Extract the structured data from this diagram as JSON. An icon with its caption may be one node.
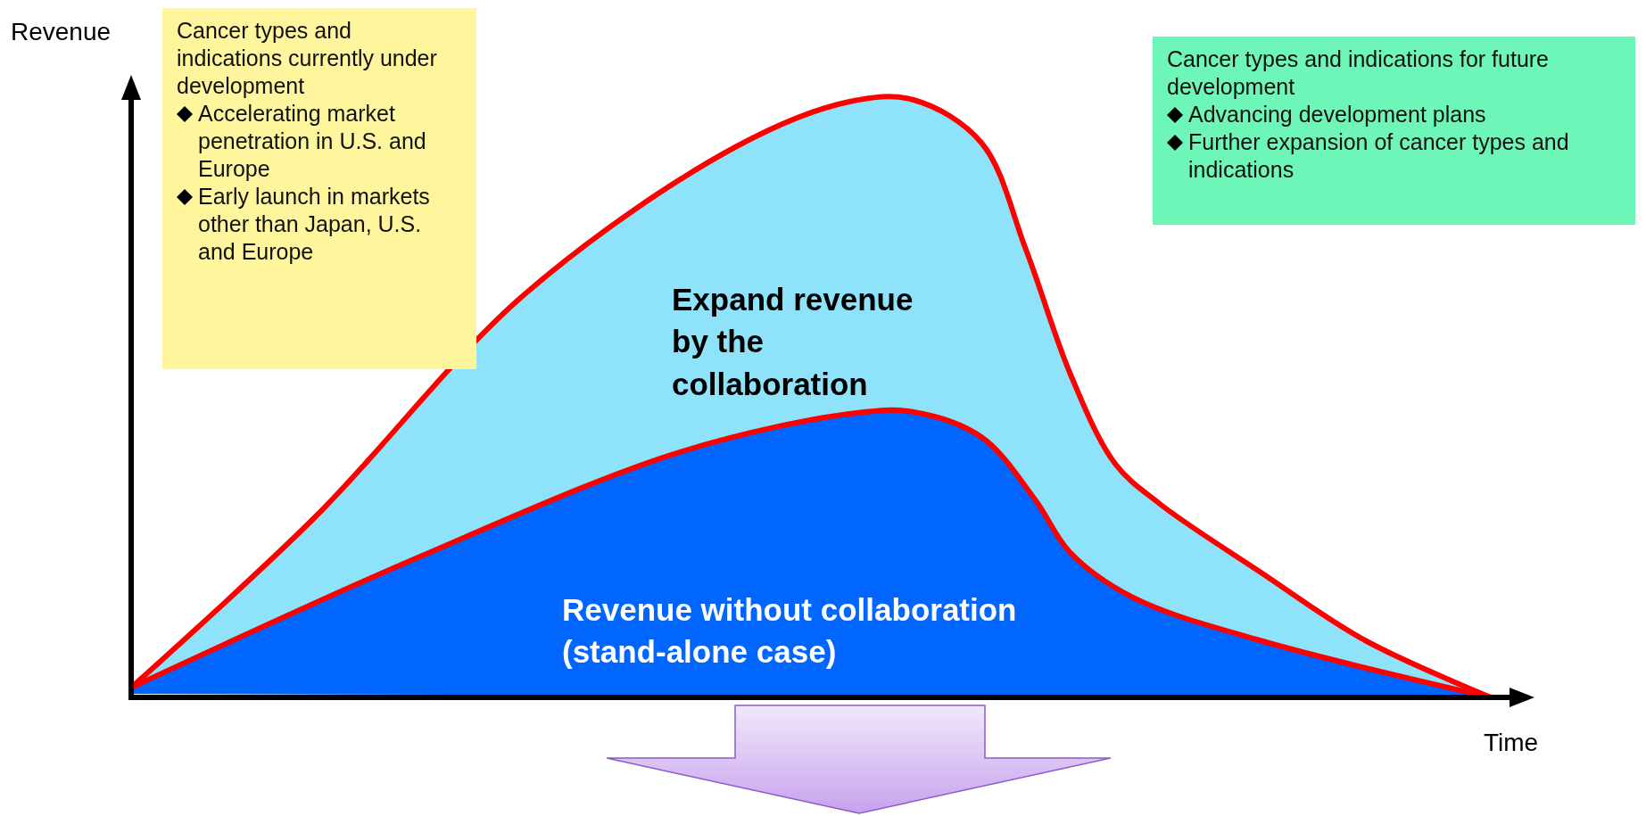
{
  "diagram": {
    "nodes": [
      {
        "text": [
          "Cancer types and indications currently under development",
          "Accelerating market penetration in U.S. and Europe",
          "Early launch in markets other than Japan, U.S. and Europe"
        ]
      },
      {
        "text": [
          "Cancer types and indications for future development",
          "Advancing development plans",
          "Further expansion of cancer types and indications"
        ]
      }
    ],
    "labels": [
      "Revenue",
      "Expand revenue by the collaboration",
      "Revenue without collaboration (stand-alone case)",
      "Time"
    ]
  }
}
